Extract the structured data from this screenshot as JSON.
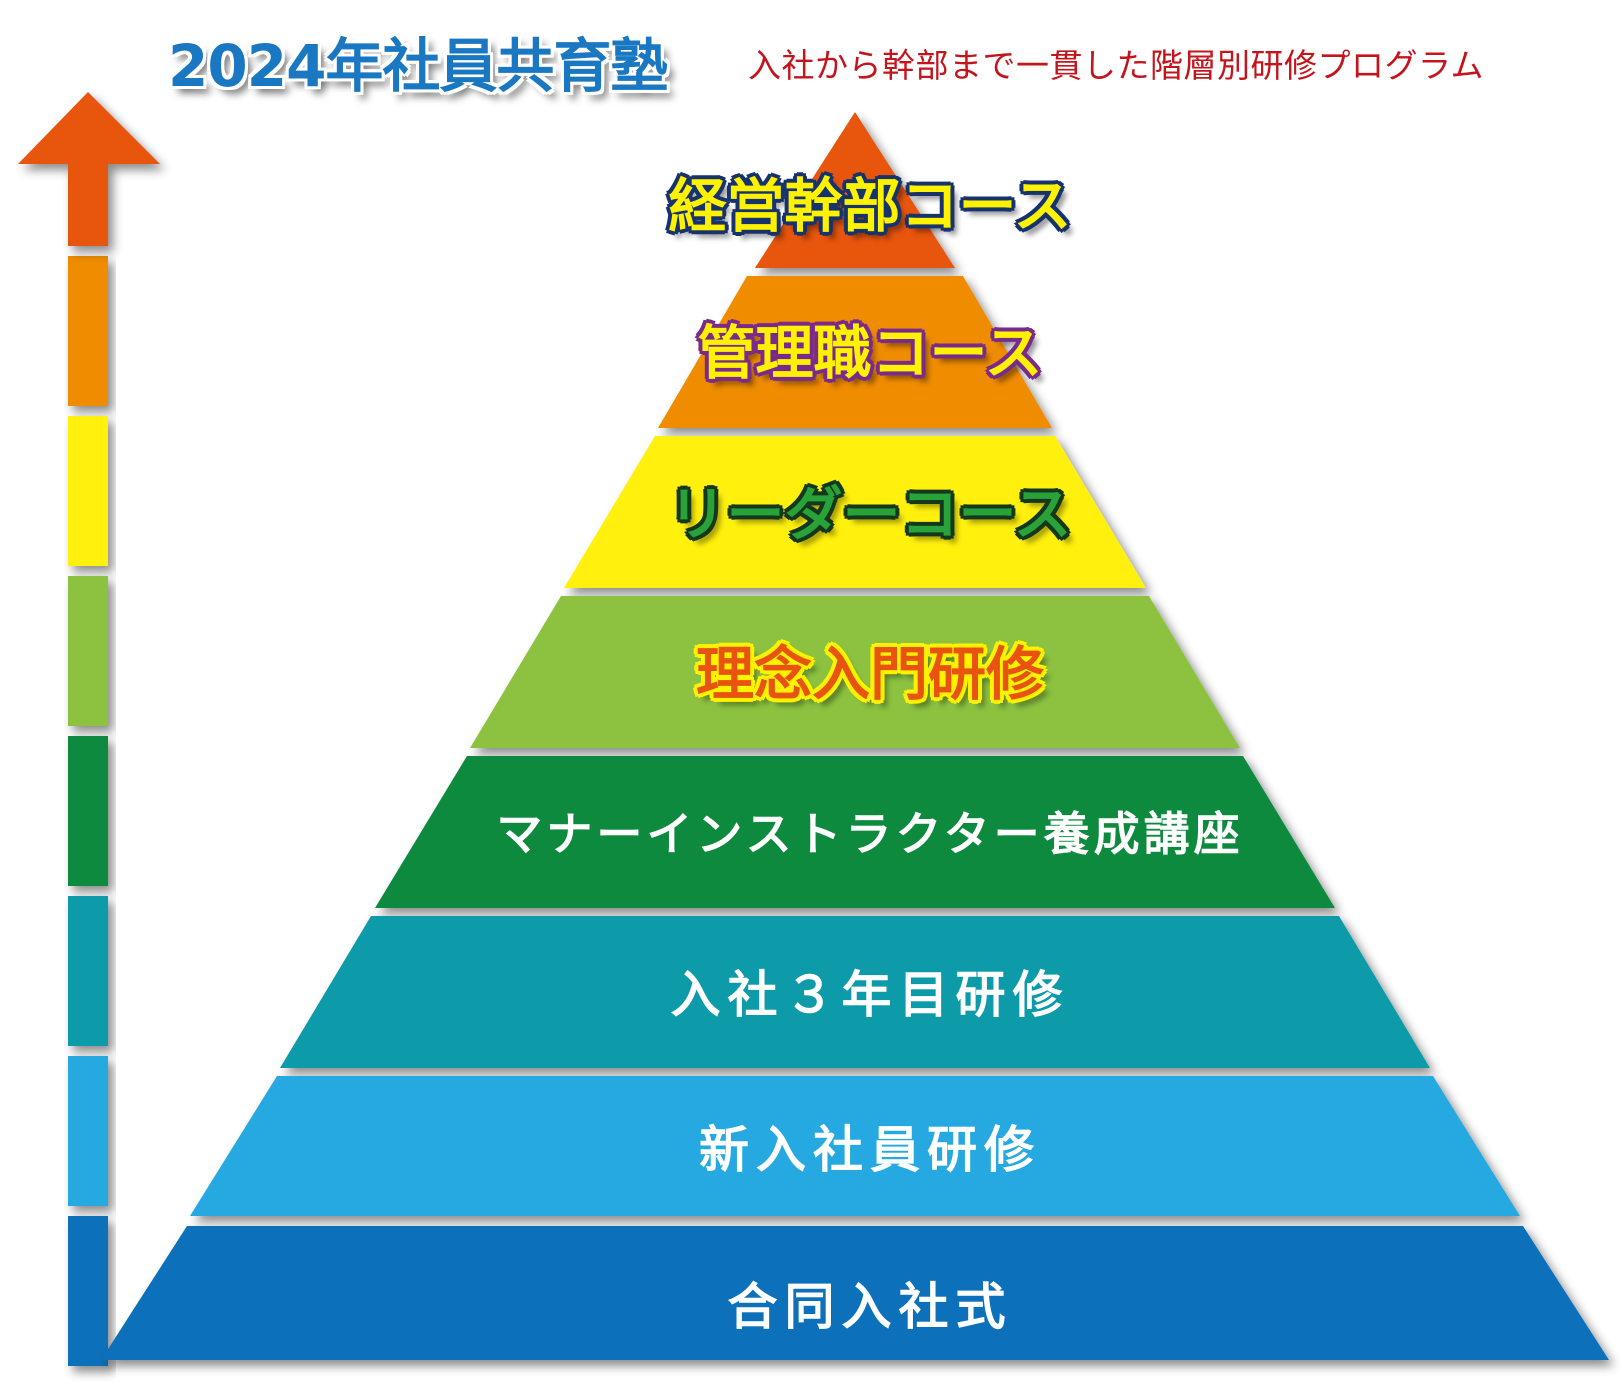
{
  "title": "2024年社員共育塾",
  "subtitle": "入社から幹部まで一貫した階層別研修プログラム",
  "colors": {
    "title": "#1a78c2",
    "subtitle": "#c4141c",
    "arrow_head": "#e8540f"
  },
  "levels": [
    {
      "label": "経営幹部コース",
      "color": "#e8540f"
    },
    {
      "label": "管理職コース",
      "color": "#ef8c00"
    },
    {
      "label": "リーダーコース",
      "color": "#fff111"
    },
    {
      "label": "理念入門研修",
      "color": "#8cc23f"
    },
    {
      "label": "マナーインストラクター養成講座",
      "color": "#078a3c"
    },
    {
      "label": "入社３年目研修",
      "color": "#0e9aa9"
    },
    {
      "label": "新入社員研修",
      "color": "#28a9e1"
    },
    {
      "label": "合同入社式",
      "color": "#0b6fba"
    }
  ],
  "arrow": {
    "icon": "up-arrow-icon",
    "segment_colors": [
      "#ef8c00",
      "#fff111",
      "#8cc23f",
      "#078a3c",
      "#0e9aa9",
      "#28a9e1",
      "#0b6fba"
    ]
  }
}
